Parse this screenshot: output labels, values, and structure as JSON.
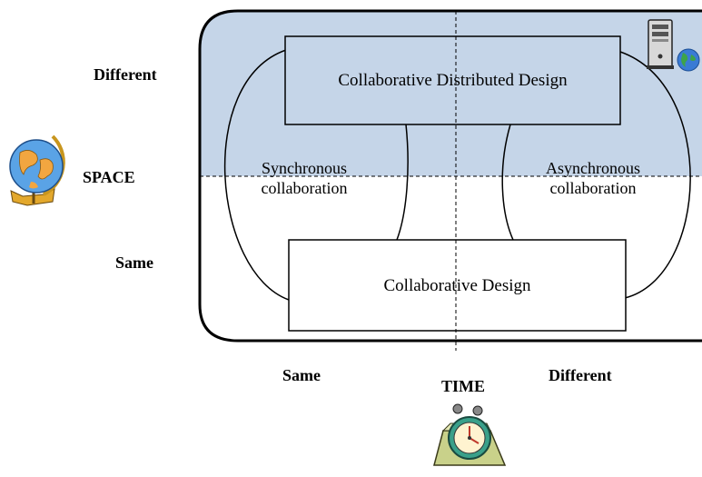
{
  "space_axis": {
    "title": "SPACE",
    "different_label": "Different",
    "same_label": "Same",
    "icon": "globe-icon"
  },
  "time_axis": {
    "title": "TIME",
    "same_label": "Same",
    "different_label": "Different",
    "icon": "alarm-clock-icon"
  },
  "boxes": {
    "top": "Collaborative  Distributed Design",
    "bottom": "Collaborative Design"
  },
  "modes": {
    "synchronous": [
      "Synchronous",
      "collaboration"
    ],
    "asynchronous": [
      "Asynchronous",
      "collaboration"
    ]
  },
  "corner_icon": "computer-server-icon",
  "colors": {
    "top_region": "#c5d5e8",
    "outline": "#000000"
  }
}
